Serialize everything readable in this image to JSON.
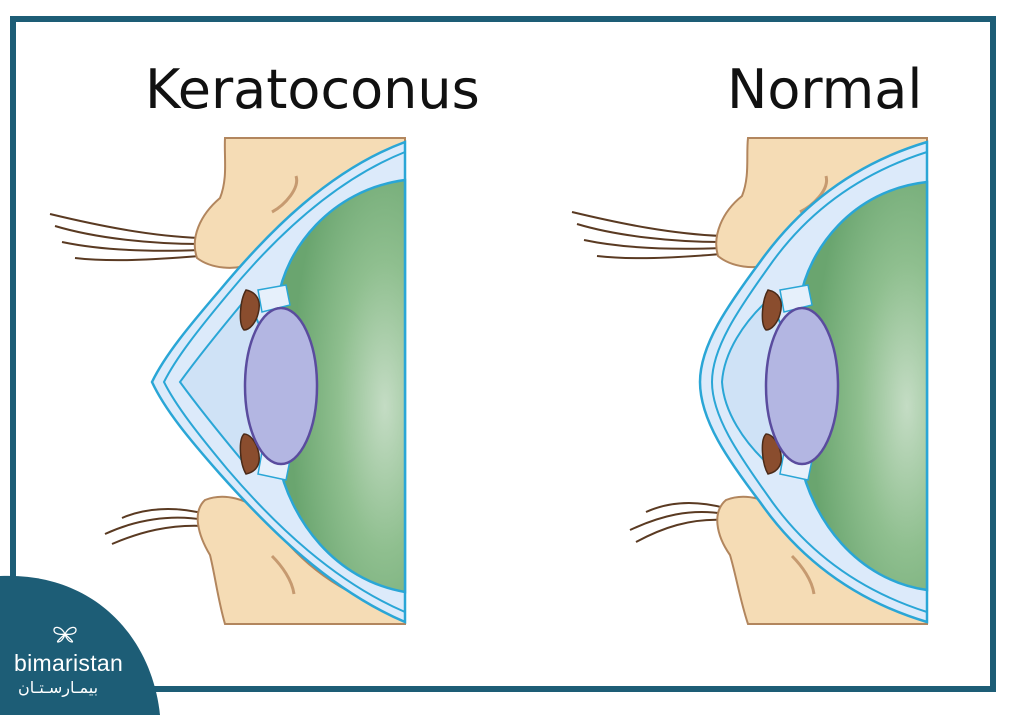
{
  "titles": {
    "left": "Keratoconus",
    "right": "Normal"
  },
  "logo": {
    "name": "bimaristan",
    "arabic": "بيمـارسـتـان"
  },
  "colors": {
    "frame": "#1d5d76",
    "skin": "#f5dcb5",
    "cornea": "#dceafa",
    "outline": "#2aa6d6",
    "lens": "#b3b6e2",
    "vitreous": "#6fa876",
    "iris": "#8a4d2e"
  }
}
